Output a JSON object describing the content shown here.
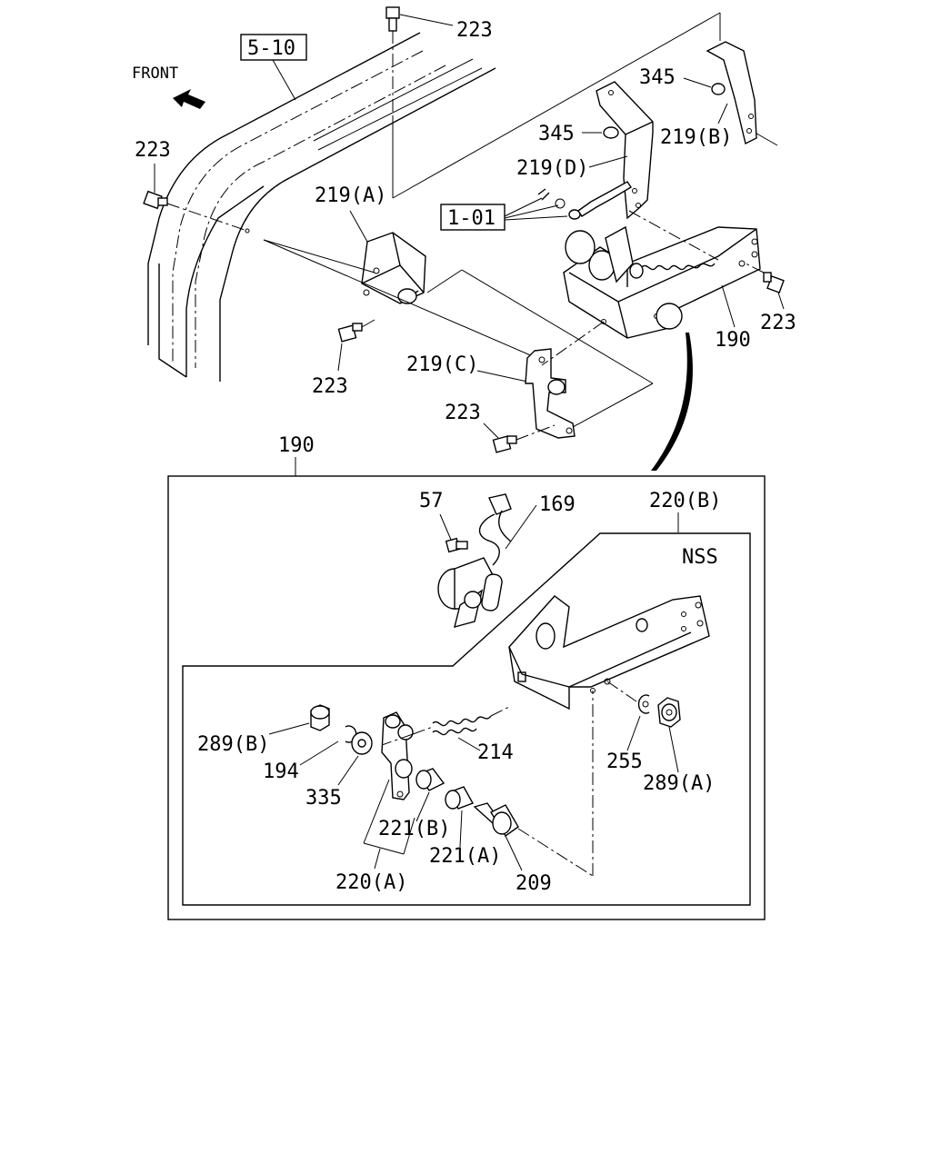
{
  "labels": {
    "ref_5_10": "5-10",
    "front": "FRONT",
    "p223_top": "223",
    "p223_left": "223",
    "p223_mid": "223",
    "p223_right": "223",
    "p223_bottom": "223",
    "p345_top": "345",
    "p345_mid": "345",
    "p219b": "219(B)",
    "p219d": "219(D)",
    "p219a": "219(A)",
    "p219c": "219(C)",
    "ref_1_01": "1-01",
    "p190_top": "190",
    "p190_box": "190",
    "p57": "57",
    "p169": "169",
    "p220b": "220(B)",
    "nss": "NSS",
    "p289b": "289(B)",
    "p194": "194",
    "p335": "335",
    "p214": "214",
    "p255": "255",
    "p289a": "289(A)",
    "p221b": "221(B)",
    "p221a": "221(A)",
    "p220a": "220(A)",
    "p209": "209"
  }
}
